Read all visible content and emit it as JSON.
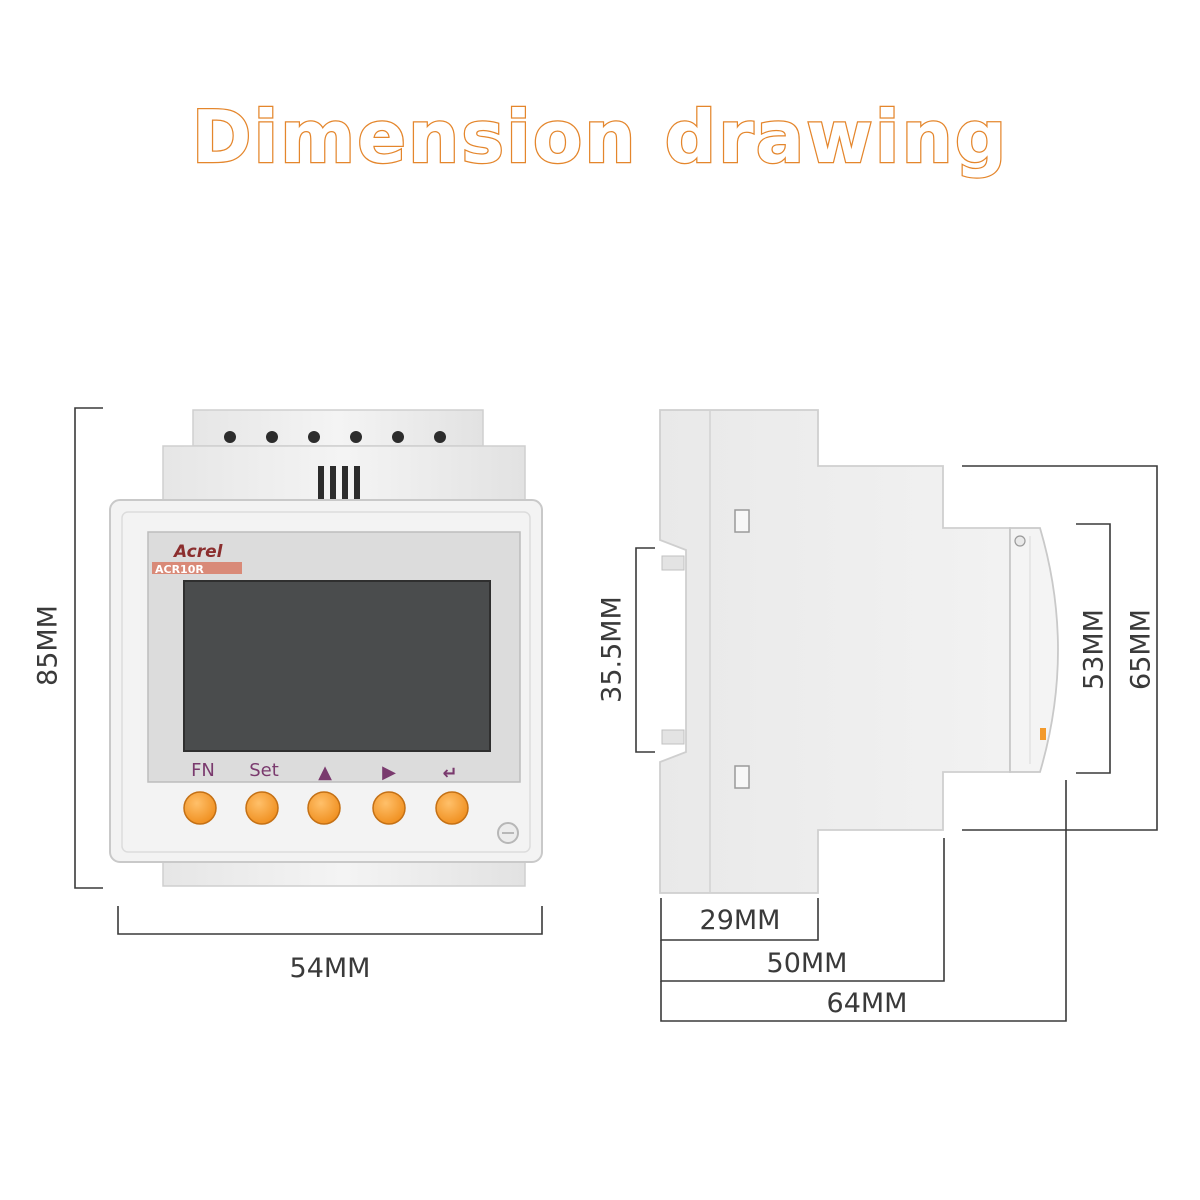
{
  "title": "Dimension drawing",
  "colors": {
    "title_outline": "#e4862c",
    "button": "#f39a2b",
    "button_label": "#7a3a6e",
    "dimension_line": "#3a3a3a",
    "housing": "#efefef"
  },
  "front_view": {
    "brand": "Acrel",
    "model": "ACR10R",
    "buttons": [
      "FN",
      "Set",
      "▲",
      "▶",
      "↵"
    ]
  },
  "dimensions": {
    "front_height": "85MM",
    "front_width": "54MM",
    "rail_height": "35.5MM",
    "front_cover_height": "53MM",
    "module_height": "65MM",
    "depth_a": "29MM",
    "depth_b": "50MM",
    "depth_total": "64MM"
  }
}
